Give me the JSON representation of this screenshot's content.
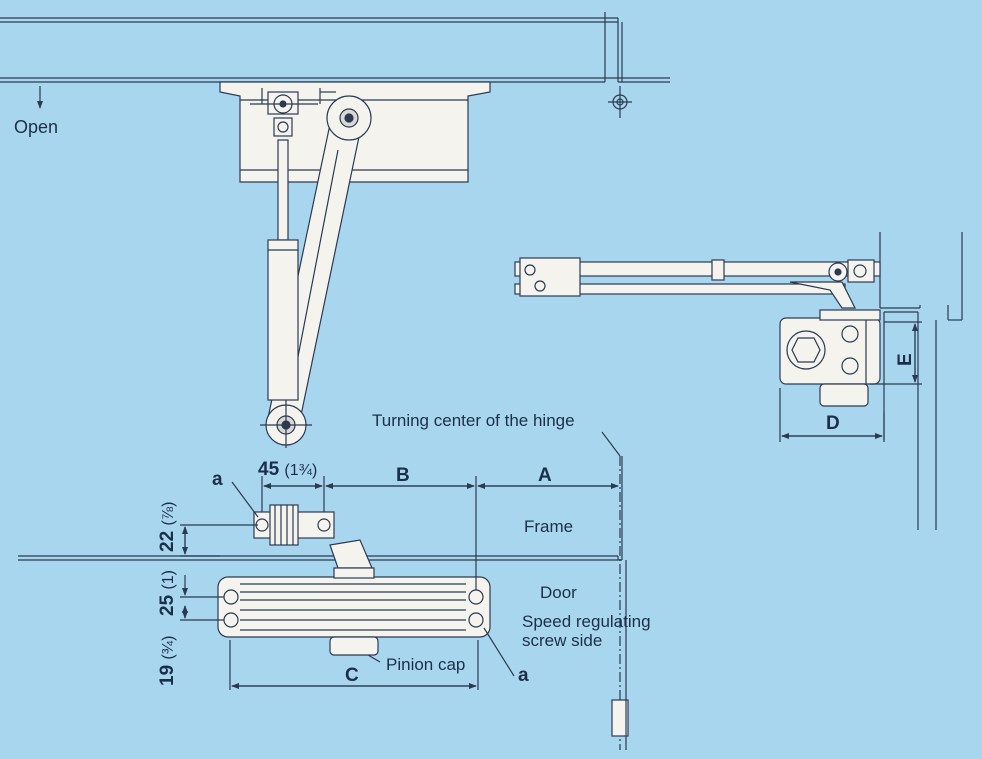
{
  "labels": {
    "open": "Open",
    "turning_center": "Turning center of the hinge",
    "frame": "Frame",
    "door": "Door",
    "speed_regulating_1": "Speed regulating",
    "speed_regulating_2": "screw side",
    "pinion_cap": "Pinion cap",
    "a_top": "a",
    "a_bottom": "a"
  },
  "dimensions": {
    "dim45": "45",
    "dim45_frac": "(1¾)",
    "B": "B",
    "A": "A",
    "C": "C",
    "D": "D",
    "E": "E",
    "dim22": "22",
    "dim22_frac": "(⅞)",
    "dim25": "25",
    "dim25_frac": "(1)",
    "dim19": "19",
    "dim19_frac": "(¾)"
  },
  "colors": {
    "background": "#a9d6ef",
    "line": "#2b3a52",
    "part_fill": "#f4f3ee",
    "part_shade": "#d9d8d2"
  }
}
